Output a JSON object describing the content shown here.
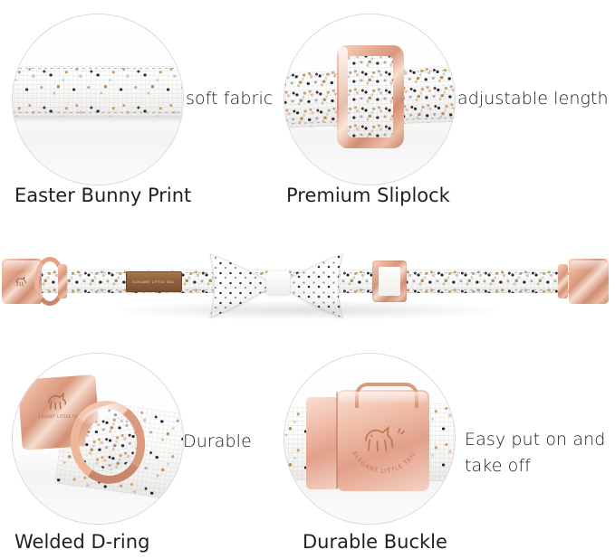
{
  "meta": {
    "kind": "product-infographic",
    "brand": "ELEGANT LITTLE TAIL",
    "product": "dog collar with bow tie",
    "background_color": "#ffffff"
  },
  "palette": {
    "rose_gold": "#e9b095",
    "rose_gold_dark": "#c9866c",
    "rose_gold_light": "#f9ded3",
    "leather_brown": "#8d5f3d",
    "text": "#231f20",
    "circle_outline": "#d8d8d8",
    "fabric_white": "#fbfbfa"
  },
  "features": [
    {
      "id": "easter-bunny-print",
      "caption": "Easter Bunny Print",
      "pointer_label": "soft fabric",
      "photo_alt": "close-up of dotted soft fabric collar webbing"
    },
    {
      "id": "premium-sliplock",
      "caption": "Premium Sliplock",
      "pointer_label": "adjustable length",
      "photo_alt": "rose gold rectangular sliplock slider on dotted webbing"
    },
    {
      "id": "welded-d-ring",
      "caption": "Welded D-ring",
      "pointer_label": "Durable",
      "photo_alt": "rose gold welded D-ring attached to buckle"
    },
    {
      "id": "durable-buckle",
      "caption": "Durable Buckle",
      "pointer_label": "Easy put on and take off",
      "pointer_label_lines": [
        "Easy put on and",
        "take off"
      ],
      "photo_alt": "rose gold side-release buckle engraved with dog logo"
    }
  ],
  "hero": {
    "alt": "full view of white dotted dog collar with matching bow tie",
    "leather_patch_text": "ELEGANT LITTLE TAIL",
    "parts": [
      "side-release buckle",
      "welded D-ring",
      "bow tie",
      "sliplock slider",
      "adjuster buckle"
    ]
  },
  "logo": {
    "icon_name": "dog-outline-icon",
    "curved_text": "ELEGANT LITTLE TAIL"
  }
}
